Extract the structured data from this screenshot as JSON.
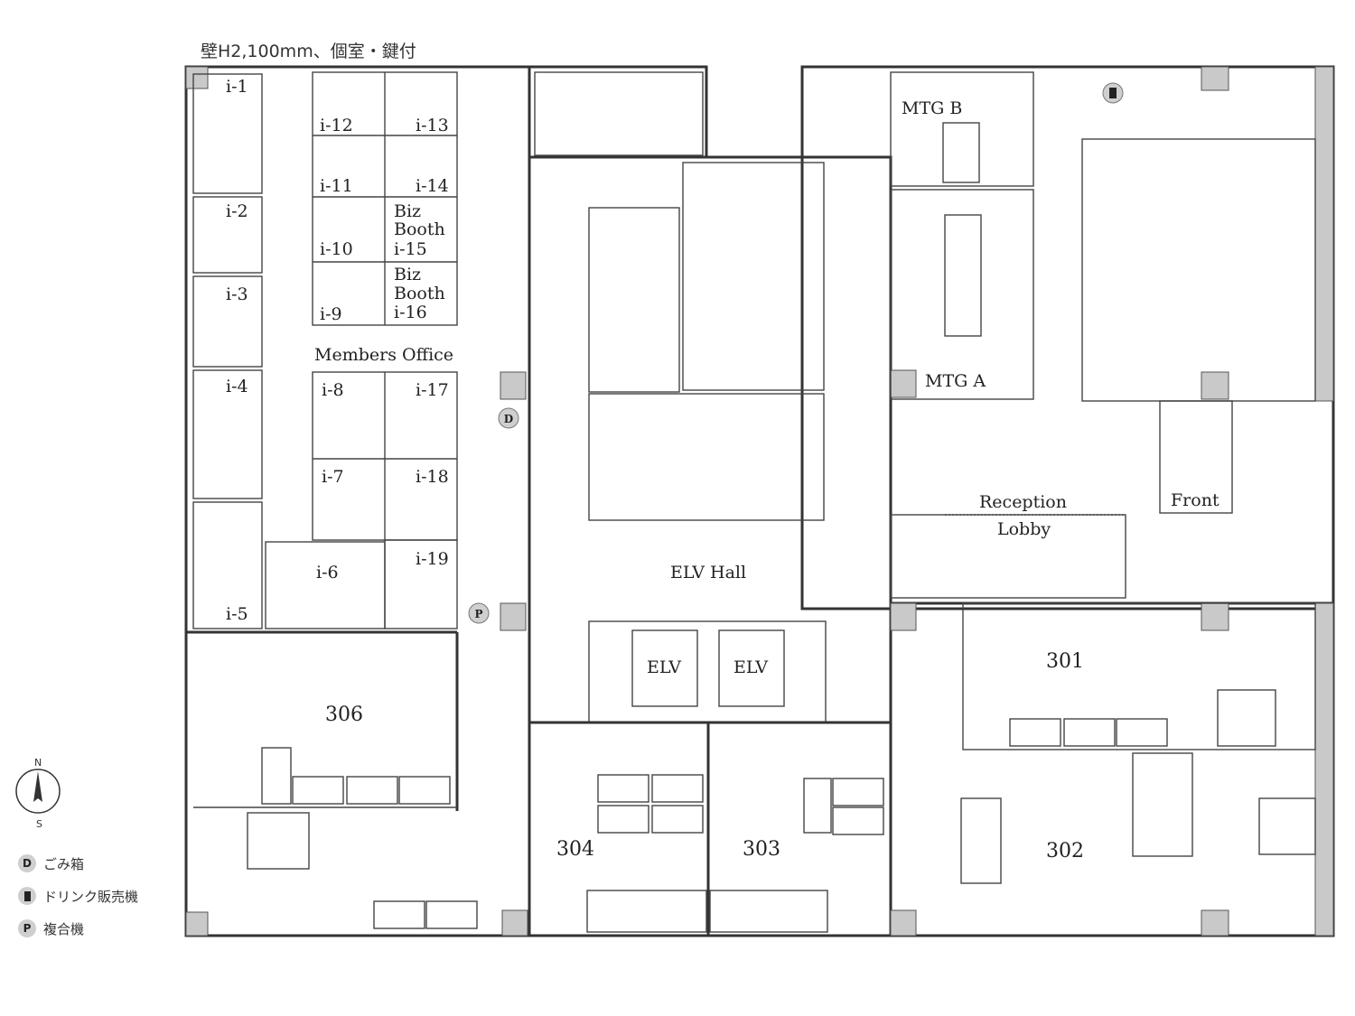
{
  "header_note": "壁H2,100mm、個室・鍵付",
  "rooms": {
    "i_1": "i-1",
    "i_2": "i-2",
    "i_3": "i-3",
    "i_4": "i-4",
    "i_5": "i-5",
    "i_6": "i-6",
    "i_7": "i-7",
    "i_8": "i-8",
    "i_9": "i-9",
    "i_10": "i-10",
    "i_11": "i-11",
    "i_12": "i-12",
    "i_13": "i-13",
    "i_14": "i-14",
    "i_17": "i-17",
    "i_18": "i-18",
    "i_19": "i-19",
    "biz_booth_15": [
      "Biz",
      "Booth",
      "i-15"
    ],
    "biz_booth_16": [
      "Biz",
      "Booth",
      "i-16"
    ],
    "members_office": "Members Office",
    "elv_hall": "ELV Hall",
    "elv_1": "ELV",
    "elv_2": "ELV",
    "mtg_b": "MTG B",
    "mtg_a": "MTG A",
    "reception_lobby": [
      "Reception",
      "Lobby"
    ],
    "front": "Front",
    "r301": "301",
    "r302": "302",
    "r303": "303",
    "r304": "304",
    "r306": "306"
  },
  "markers": {
    "trash": "D",
    "printer": "P"
  },
  "compass": {
    "north": "N",
    "south": "S"
  },
  "legend": [
    {
      "icon": "D",
      "label": "ごみ箱"
    },
    {
      "icon": "vending",
      "label": "ドリンク販売機"
    },
    {
      "icon": "P",
      "label": "複合機"
    }
  ]
}
